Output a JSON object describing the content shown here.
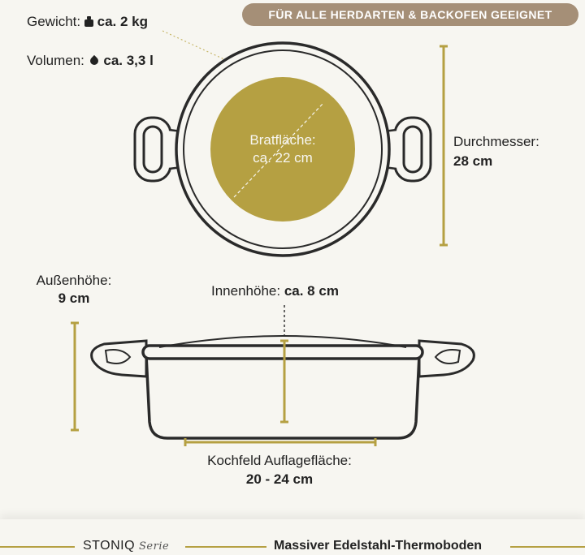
{
  "badge": {
    "text": "FÜR ALLE HERDARTEN & BACKOFEN GEEIGNET"
  },
  "specs": {
    "weight_label": "Gewicht:",
    "weight_value": "ca. 2 kg",
    "volume_label": "Volumen:",
    "volume_value": "ca. 3,3 l"
  },
  "top_view": {
    "frying_label": "Bratfläche:",
    "frying_value": "ca. 22 cm",
    "diameter_label": "Durchmesser:",
    "diameter_value": "28 cm"
  },
  "side_view": {
    "outer_height_label": "Außenhöhe:",
    "outer_height_value": "9 cm",
    "inner_height_label": "Innenhöhe:",
    "inner_height_value": "ca. 8 cm",
    "base_label": "Kochfeld Auflagefläche:",
    "base_value": "20 - 24 cm"
  },
  "footer": {
    "brand": "STONIQ",
    "brand_script": "Serie",
    "tagline": "Massiver Edelstahl-Thermoboden"
  },
  "colors": {
    "gold": "#b5a042",
    "badge": "#a58f77",
    "outline": "#2a2a2a"
  },
  "icons": [
    "weight-icon",
    "drop-icon"
  ]
}
